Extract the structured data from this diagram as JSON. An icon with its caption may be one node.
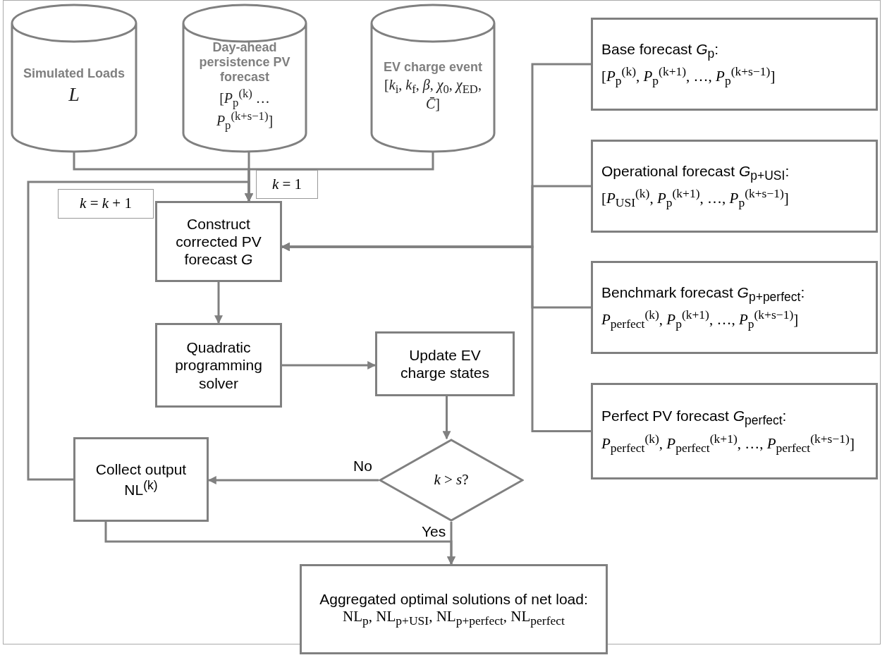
{
  "diagram": {
    "nodes": [
      {
        "text": [
          "Simulated Loads",
          "L"
        ]
      },
      {
        "text": [
          "Day-ahead persistence PV forecast",
          "[*P*$_{p}$$^{(k)}$ … *P*$_{p}$$^{(k+s−1)}$]"
        ]
      },
      {
        "text": [
          "EV charge event",
          "[*k*$_{i}$, *k*$_{f}$, *β*, *χ*$_{0}$, *χ*$_{ED}$, *C̄*]"
        ]
      },
      {
        "text": [
          "Base forecast *G*$_{p}$:",
          "[*P*$_{p}$$^{(k)}$, *P*$_{p}$$^{(k+1)}$, …, *P*$_{p}$$^{(k+s−1)}$]"
        ]
      },
      {
        "text": [
          "Operational forecast *G*$_{p+USI}$:",
          "[*P*$_{USI}$$^{(k)}$, *P*$_{p}$$^{(k+1)}$, …, *P*$_{p}$$^{(k+s−1)}$]"
        ]
      },
      {
        "text": [
          "Benchmark forecast *G*$_{p+perfect}$:",
          "*P*$_{perfect}$$^{(k)}$, *P*$_{p}$$^{(k+1)}$, …, *P*$_{p}$$^{(k+s−1)}$]"
        ]
      },
      {
        "text": [
          "Perfect PV forecast *G*$_{perfect}$:",
          "*P*$_{perfect}$$^{(k)}$, *P*$_{perfect}$$^{(k+1)}$, …, *P*$_{perfect}$$^{(k+s−1)}$]"
        ]
      },
      {
        "text": [
          "*k* = 1"
        ]
      },
      {
        "text": [
          "*k* = *k* + 1"
        ]
      },
      {
        "text": [
          "Construct corrected PV forecast *G*"
        ]
      },
      {
        "text": [
          "Quadratic programming solver"
        ]
      },
      {
        "text": [
          "Update EV charge states"
        ]
      },
      {
        "text": [
          "*k* > *s*?"
        ]
      },
      {
        "text": [
          "Collect output NL$^{(k)}$"
        ]
      },
      {
        "text": [
          "Aggregated optimal solutions of net load:",
          "NL$_{p}$, NL$_{p+USI}$, NL$_{p+perfect}$, NL$_{perfect}$"
        ]
      }
    ],
    "edges": [
      {
        "from": 0,
        "to": 9,
        "arrow": "to"
      },
      {
        "from": 1,
        "to": 9,
        "arrow": "to"
      },
      {
        "from": 2,
        "to": 9,
        "arrow": "to"
      },
      {
        "from": 13,
        "to": 9,
        "arrow": "to"
      },
      {
        "from": 3,
        "to": 9,
        "arrow": "to"
      },
      {
        "from": 4,
        "to": 9,
        "arrow": "to"
      },
      {
        "from": 5,
        "to": 9,
        "arrow": "to"
      },
      {
        "from": 6,
        "to": 9,
        "arrow": "to"
      },
      {
        "from": 9,
        "to": 10,
        "arrow": "to"
      },
      {
        "from": 10,
        "to": 11,
        "arrow": "to"
      },
      {
        "from": 11,
        "to": 12,
        "arrow": "to"
      },
      {
        "from": 12,
        "to": 13,
        "arrow": "to",
        "label": "No"
      },
      {
        "from": 12,
        "to": 14,
        "arrow": "to",
        "label": "Yes"
      },
      {
        "from": 13,
        "to": 14,
        "arrow": "to"
      }
    ]
  }
}
